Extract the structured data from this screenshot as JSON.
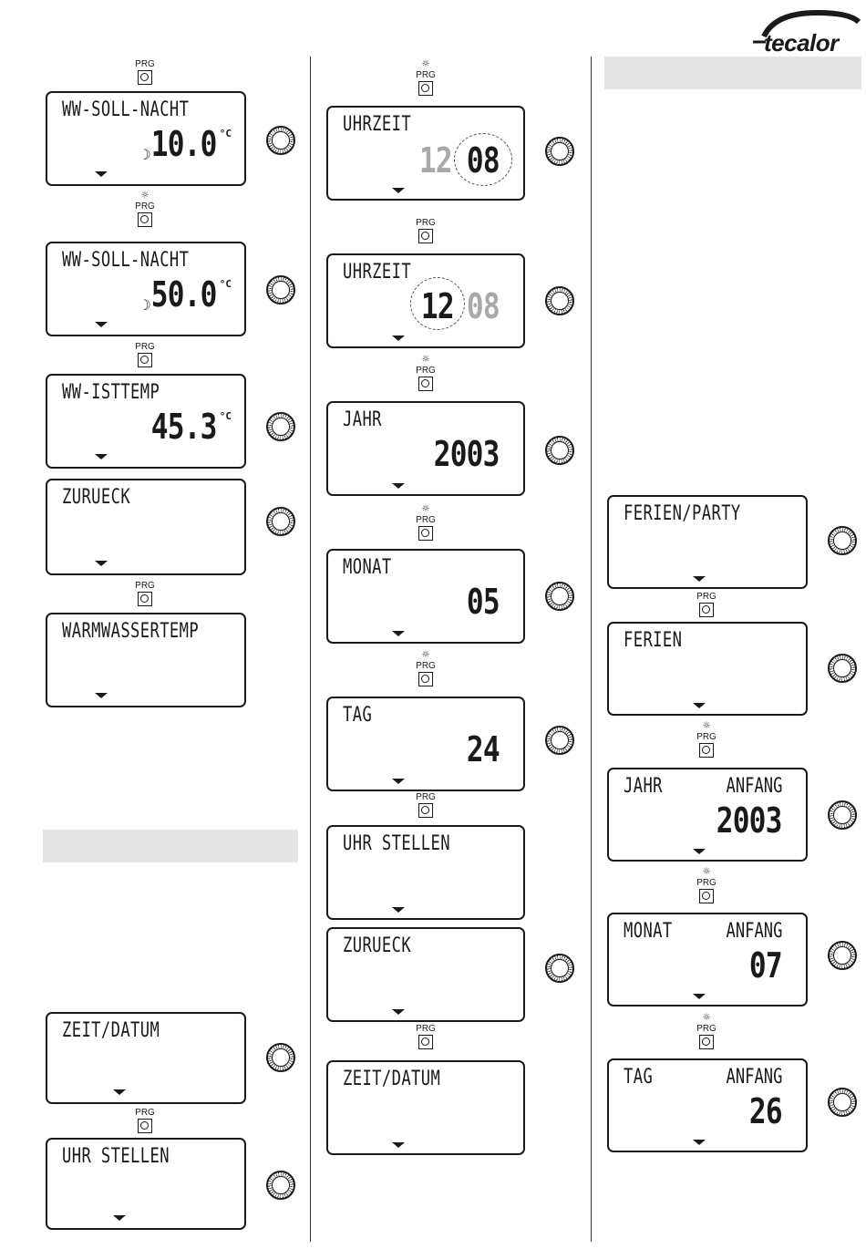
{
  "brand": {
    "name": "tecalor"
  },
  "prg_label": "PRG",
  "sun_glyph": "☼",
  "moon_glyph": "☽",
  "deg_unit": "°C",
  "col1": {
    "d1": {
      "label": "WW-SOLL-NACHT",
      "value": "10.0"
    },
    "d2": {
      "label": "WW-SOLL-NACHT",
      "value": "50.0"
    },
    "d3": {
      "label": "WW-ISTTEMP",
      "value": "45.3"
    },
    "d4": {
      "label": "ZURUECK"
    },
    "d5": {
      "label": "WARMWASSERTEMP"
    },
    "d6": {
      "label": "ZEIT/DATUM"
    },
    "d7": {
      "label": "UHR STELLEN"
    }
  },
  "col2": {
    "d1": {
      "label": "UHRZEIT",
      "hours": "12",
      "minutes": "08"
    },
    "d2": {
      "label": "UHRZEIT",
      "hours": "12",
      "minutes": "08"
    },
    "d3": {
      "label": "JAHR",
      "value": "2003"
    },
    "d4": {
      "label": "MONAT",
      "value": "05"
    },
    "d5": {
      "label": "TAG",
      "value": "24"
    },
    "d6": {
      "label": "UHR STELLEN"
    },
    "d7": {
      "label": "ZURUECK"
    },
    "d8": {
      "label": "ZEIT/DATUM"
    }
  },
  "col3": {
    "d1": {
      "label": "FERIEN/PARTY"
    },
    "d2": {
      "label": "FERIEN"
    },
    "d3": {
      "label": "JAHR",
      "label2": "ANFANG",
      "value": "2003"
    },
    "d4": {
      "label": "MONAT",
      "label2": "ANFANG",
      "value": "07"
    },
    "d5": {
      "label": "TAG",
      "label2": "ANFANG",
      "value": "26"
    }
  }
}
